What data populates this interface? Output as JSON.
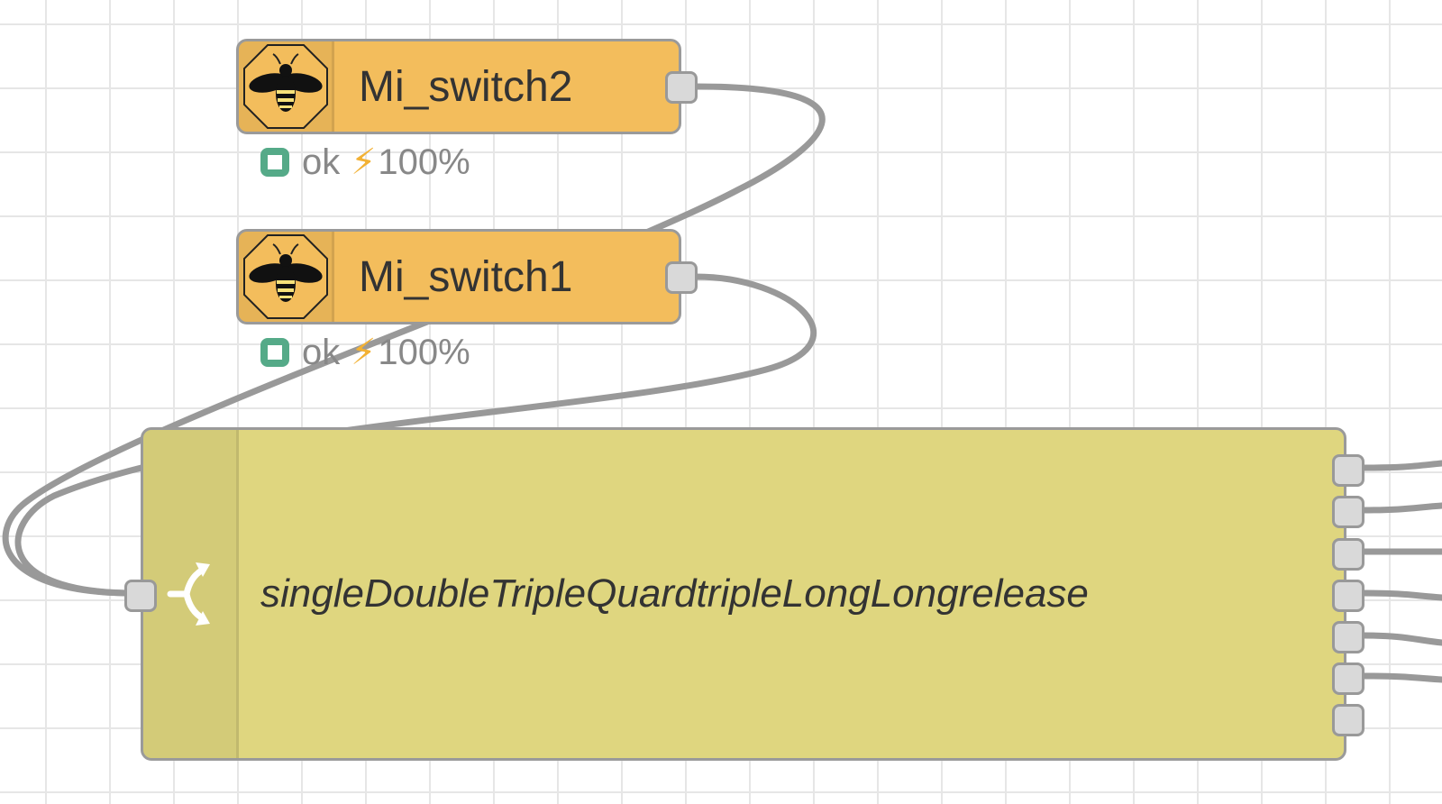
{
  "flow": {
    "nodes": [
      {
        "id": "mi-switch2",
        "label": "Mi_switch2",
        "type": "zigbee-device",
        "icon": "bee-icon",
        "color": "#f3bd5c",
        "status": {
          "shape": "ring",
          "color": "#55aa88",
          "text": "ok",
          "battery_icon": "lightning-bolt-icon",
          "battery": "100%"
        }
      },
      {
        "id": "mi-switch1",
        "label": "Mi_switch1",
        "type": "zigbee-device",
        "icon": "bee-icon",
        "color": "#f3bd5c",
        "status": {
          "shape": "ring",
          "color": "#55aa88",
          "text": "ok",
          "battery_icon": "lightning-bolt-icon",
          "battery": "100%"
        }
      },
      {
        "id": "switch-node",
        "label": "singleDoubleTripleQuardtripleLongLongrelease",
        "type": "switch",
        "icon": "switch-fork-icon",
        "color": "#dfd67f",
        "output_count": 7
      }
    ],
    "wire_color": "#999999",
    "grid_color": "#e6e6e6"
  }
}
